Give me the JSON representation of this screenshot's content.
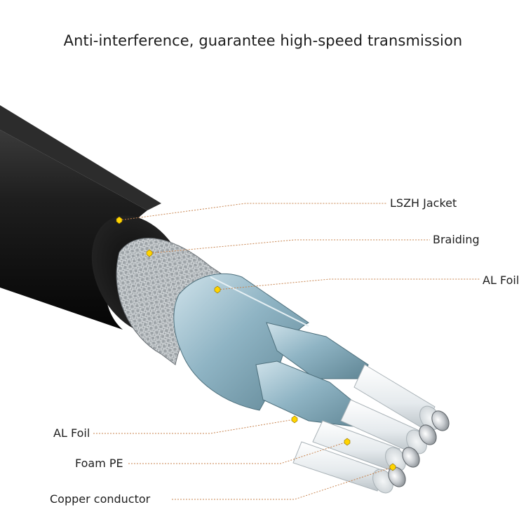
{
  "headline": "Anti-interference, guarantee high-speed transmission",
  "callouts": [
    {
      "label": "LSZH Jacket"
    },
    {
      "label": "Braiding"
    },
    {
      "label": "AL Foil"
    },
    {
      "label": "AL Foil"
    },
    {
      "label": "Foam PE"
    },
    {
      "label": "Copper conductor"
    }
  ],
  "colors": {
    "jacket": "#1a1a1a",
    "foil": "#8fb4c4",
    "foam": "#e9eef0",
    "copper": "#b9bcc0",
    "leader_line": "#c7834e",
    "marker": "#ffd400"
  }
}
